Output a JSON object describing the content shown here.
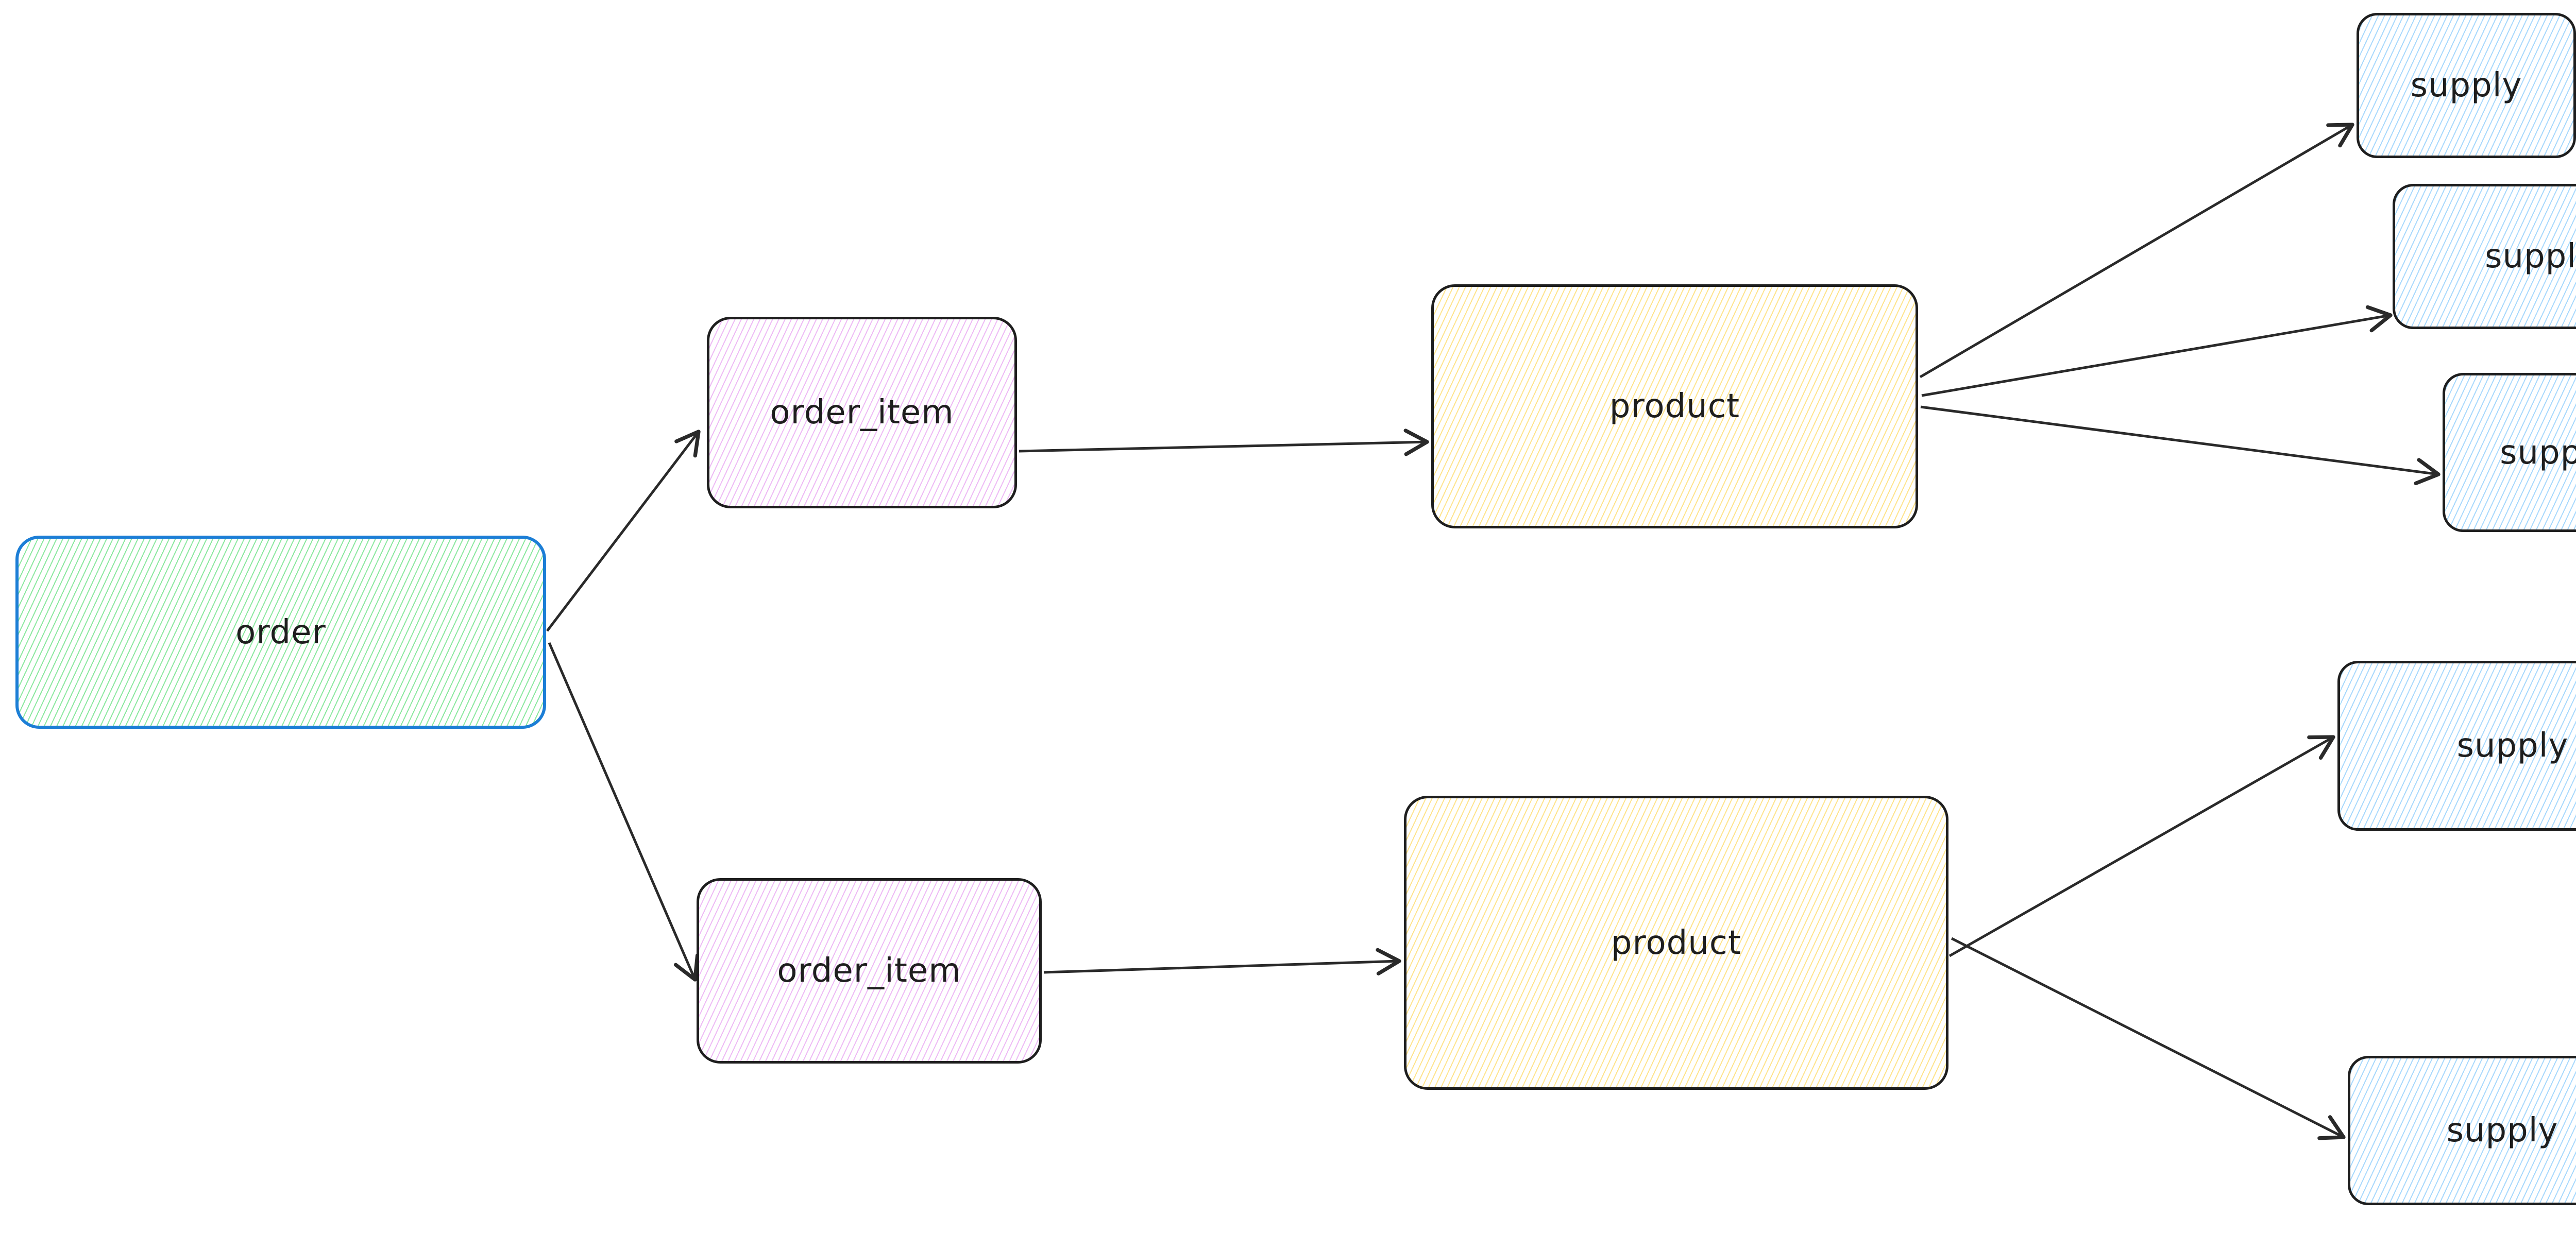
{
  "diagram": {
    "background_color": "#ffffff",
    "arrow_color": "#2a2a2a",
    "fill_style": "hachure",
    "nodes": [
      {
        "id": "order",
        "label": "order",
        "fill_color": "#8ce8a0",
        "stroke_color": "#1c7ed6"
      },
      {
        "id": "order_item_1",
        "label": "order_item",
        "fill_color": "#eebbf5",
        "stroke_color": "#1e1e1e"
      },
      {
        "id": "order_item_2",
        "label": "order_item",
        "fill_color": "#eebbf5",
        "stroke_color": "#1e1e1e"
      },
      {
        "id": "product_1",
        "label": "product",
        "fill_color": "#ffe48d",
        "stroke_color": "#1e1e1e"
      },
      {
        "id": "product_2",
        "label": "product",
        "fill_color": "#ffe48d",
        "stroke_color": "#1e1e1e"
      },
      {
        "id": "supply_1",
        "label": "supply",
        "fill_color": "#a8d9fd",
        "stroke_color": "#1e1e1e"
      },
      {
        "id": "supply_2",
        "label": "supply",
        "fill_color": "#a8d9fd",
        "stroke_color": "#1e1e1e"
      },
      {
        "id": "supply_3",
        "label": "supply",
        "fill_color": "#a8d9fd",
        "stroke_color": "#1e1e1e"
      },
      {
        "id": "supply_4",
        "label": "supply",
        "fill_color": "#a8d9fd",
        "stroke_color": "#1e1e1e"
      },
      {
        "id": "supply_5",
        "label": "supply",
        "fill_color": "#a8d9fd",
        "stroke_color": "#1e1e1e"
      }
    ],
    "edges": [
      {
        "from": "order",
        "to": "order_item_1",
        "arrowhead": "open"
      },
      {
        "from": "order",
        "to": "order_item_2",
        "arrowhead": "open"
      },
      {
        "from": "order_item_1",
        "to": "product_1",
        "arrowhead": "open"
      },
      {
        "from": "product_1",
        "to": "supply_1",
        "arrowhead": "open"
      },
      {
        "from": "product_1",
        "to": "supply_2",
        "arrowhead": "open"
      },
      {
        "from": "product_1",
        "to": "supply_3",
        "arrowhead": "open"
      },
      {
        "from": "order_item_2",
        "to": "product_2",
        "arrowhead": "open"
      },
      {
        "from": "product_2",
        "to": "supply_4",
        "arrowhead": "open"
      },
      {
        "from": "product_2",
        "to": "supply_5",
        "arrowhead": "open"
      }
    ]
  }
}
